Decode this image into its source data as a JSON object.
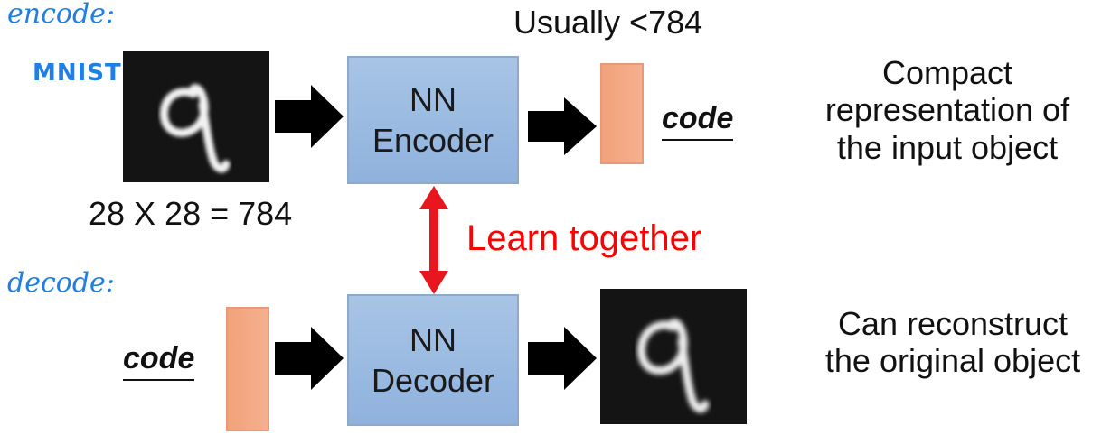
{
  "annotations": {
    "encode": "encode:",
    "mnist": "MNIST",
    "decode": "decode:"
  },
  "encoder": {
    "image_size_label": "28 X 28 = 784",
    "box_line1": "NN",
    "box_line2": "Encoder",
    "code_dim_label": "Usually <784",
    "code_label": "code",
    "description": [
      "Compact",
      "representation of",
      "the input object"
    ]
  },
  "link": {
    "label": "Learn together"
  },
  "decoder": {
    "code_label": "code",
    "box_line1": "NN",
    "box_line2": "Decoder",
    "description": [
      "Can reconstruct",
      "the original object"
    ]
  },
  "colors": {
    "nn_box": "#9dbde3",
    "code_bar": "#f4a886",
    "learn_together": "#ff0000",
    "handwriting": "#1f7fe6",
    "arrow": "#000000"
  }
}
